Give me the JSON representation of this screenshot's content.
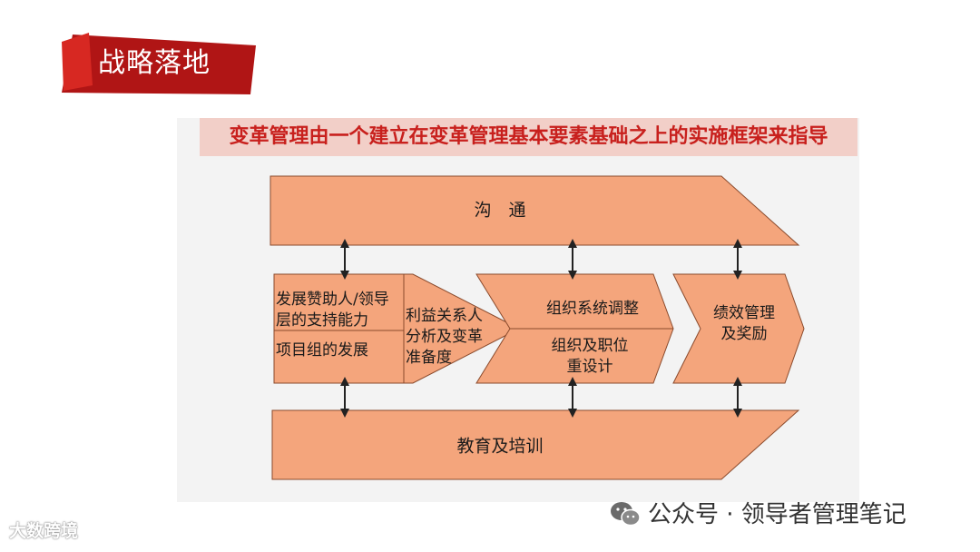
{
  "header": {
    "title": "战略落地"
  },
  "subtitle": "变革管理由一个建立在变革管理基本要素基础之上的实施框架来指导",
  "diagram": {
    "communication": "沟　通",
    "training": "教育及培训",
    "block1": {
      "line1": "发展赞助人/领导",
      "line2": "层的支持能力",
      "line3": "项目组的发展"
    },
    "block2": {
      "line1": "利益关系人",
      "line2": "分析及变革",
      "line3": "准备度"
    },
    "block3": {
      "top": "组织系统调整",
      "bottom_line1": "组织及职位",
      "bottom_line2": "重设计"
    },
    "block4": {
      "line1": "绩效管理",
      "line2": "及奖励"
    }
  },
  "watermarks": {
    "left": "大数跨境",
    "right": "公众号 · 领导者管理笔记"
  },
  "colors": {
    "shape_fill": "#f4a57c",
    "accent": "#c8201d"
  }
}
